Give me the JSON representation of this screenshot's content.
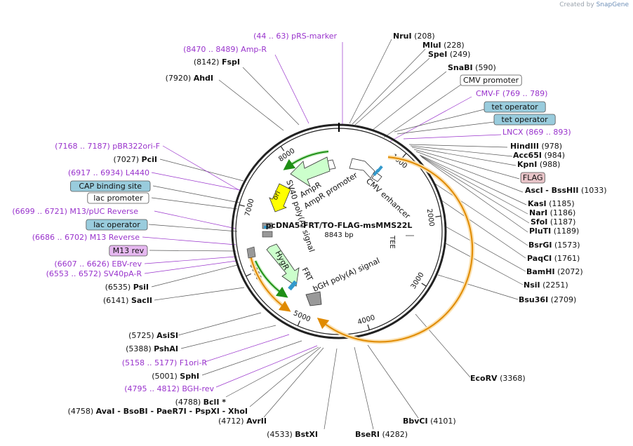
{
  "header": {
    "credit_prefix": "Created by",
    "credit_brand": "SnapGene"
  },
  "plasmid": {
    "name": "pcDNA5-FRT/TO-FLAG-msMMS22L",
    "size": "8843 bp"
  },
  "ruler_ticks": [
    "1000",
    "2000",
    "3000",
    "4000",
    "5000",
    "6000",
    "7000",
    "8000"
  ],
  "features": [
    {
      "label": "CMV enhancer",
      "color": "#ffffff"
    },
    {
      "label": "CMV promoter",
      "color": "#ffffff"
    },
    {
      "label": "TEE",
      "color": "#ffffff"
    },
    {
      "label": "bGH poly(A) signal",
      "color": "#999999"
    },
    {
      "label": "FRT",
      "color": "#ffffff"
    },
    {
      "label": "HygR",
      "color": "#ccffcc"
    },
    {
      "label": "SV40 poly(A) signal",
      "color": "#999999"
    },
    {
      "label": "ori",
      "color": "#ffff00"
    },
    {
      "label": "AmpR",
      "color": "#ccffcc"
    },
    {
      "label": "AmpR promoter",
      "color": "#ffffff"
    }
  ],
  "colors": {
    "ring": "#222222",
    "primer": "#9933cc",
    "orf": "#f5a623",
    "orf_light": "#fbe0ae",
    "green": "#2a9d1e",
    "operator_fill": "#99ccdd",
    "flag_fill": "#e8c4c8",
    "m13rev_fill": "#e6b8f0"
  },
  "labels": [
    {
      "text": "(44 .. 63)  pRS-marker",
      "kind": "primer"
    },
    {
      "text": "NruI",
      "kind": "enzyme",
      "pos": "(208)"
    },
    {
      "text": "MluI",
      "kind": "enzyme",
      "pos": "(228)"
    },
    {
      "text": "SpeI",
      "kind": "enzyme",
      "pos": "(249)"
    },
    {
      "text": "SnaBI",
      "kind": "enzyme",
      "pos": "(590)"
    },
    {
      "text": "CMV promoter",
      "kind": "box-white"
    },
    {
      "text": "CMV-F  (769 .. 789)",
      "kind": "primer"
    },
    {
      "text": "tet operator",
      "kind": "box-blue"
    },
    {
      "text": "tet operator",
      "kind": "box-blue"
    },
    {
      "text": "LNCX  (869 .. 893)",
      "kind": "primer"
    },
    {
      "text": "HindIII",
      "kind": "enzyme",
      "pos": "(978)"
    },
    {
      "text": "Acc65I",
      "kind": "enzyme",
      "pos": "(984)"
    },
    {
      "text": "KpnI",
      "kind": "enzyme",
      "pos": "(988)"
    },
    {
      "text": "FLAG",
      "kind": "box-pink"
    },
    {
      "text": "AscI",
      "kind": "enzyme",
      "extra": "- BssHII",
      "pos": "(1033)"
    },
    {
      "text": "KasI",
      "kind": "enzyme",
      "pos": "(1185)"
    },
    {
      "text": "NarI",
      "kind": "enzyme",
      "pos": "(1186)"
    },
    {
      "text": "SfoI",
      "kind": "enzyme",
      "pos": "(1187)"
    },
    {
      "text": "PluTI",
      "kind": "enzyme",
      "pos": "(1189)"
    },
    {
      "text": "BsrGI",
      "kind": "enzyme",
      "pos": "(1573)"
    },
    {
      "text": "PaqCI",
      "kind": "enzyme",
      "pos": "(1761)"
    },
    {
      "text": "BamHI",
      "kind": "enzyme",
      "pos": "(2072)"
    },
    {
      "text": "NsiI",
      "kind": "enzyme",
      "pos": "(2251)"
    },
    {
      "text": "Bsu36I",
      "kind": "enzyme",
      "pos": "(2709)"
    },
    {
      "text": "EcoRV",
      "kind": "enzyme",
      "pos": "(3368)"
    },
    {
      "text": "BbvCI",
      "kind": "enzyme",
      "pos": "(4101)"
    },
    {
      "text": "BseRI",
      "kind": "enzyme",
      "pos": "(4282)"
    },
    {
      "text": "BstXI",
      "kind": "enzyme",
      "pos": "(4533)",
      "pos_left": true
    },
    {
      "text": "AvrII",
      "kind": "enzyme",
      "pos": "(4712)",
      "pos_left": true
    },
    {
      "text": "AvaI  - BsoBI  - PaeR7I  - PspXI  - XhoI",
      "kind": "enzyme",
      "pos": "(4758)",
      "pos_left": true
    },
    {
      "text": "BclI *",
      "kind": "enzyme",
      "pos": "(4788)",
      "pos_left": true
    },
    {
      "text": "(4795 .. 4812)  BGH-rev",
      "kind": "primer"
    },
    {
      "text": "SphI",
      "kind": "enzyme",
      "pos": "(5001)",
      "pos_left": true
    },
    {
      "text": "(5158 .. 5177)  F1ori-R",
      "kind": "primer"
    },
    {
      "text": "PshAI",
      "kind": "enzyme",
      "pos": "(5388)",
      "pos_left": true
    },
    {
      "text": "AsiSI",
      "kind": "enzyme",
      "pos": "(5725)",
      "pos_left": true
    },
    {
      "text": "SacII",
      "kind": "enzyme",
      "pos": "(6141)",
      "pos_left": true
    },
    {
      "text": "PsiI",
      "kind": "enzyme",
      "pos": "(6535)",
      "pos_left": true
    },
    {
      "text": "(6553 .. 6572)  SV40pA-R",
      "kind": "primer"
    },
    {
      "text": "(6607 .. 6626)  EBV-rev",
      "kind": "primer"
    },
    {
      "text": "M13 rev",
      "kind": "box-purple"
    },
    {
      "text": "(6686 .. 6702)  M13 Reverse",
      "kind": "primer"
    },
    {
      "text": "lac operator",
      "kind": "box-blue"
    },
    {
      "text": "(6699 .. 6721)  M13/pUC Reverse",
      "kind": "primer"
    },
    {
      "text": "lac promoter",
      "kind": "box-white"
    },
    {
      "text": "CAP binding site",
      "kind": "box-blue"
    },
    {
      "text": "(6917 .. 6934)  L4440",
      "kind": "primer"
    },
    {
      "text": "PciI",
      "kind": "enzyme",
      "pos": "(7027)",
      "pos_left": true
    },
    {
      "text": "(7168 .. 7187)  pBR322ori-F",
      "kind": "primer"
    },
    {
      "text": "AhdI",
      "kind": "enzyme",
      "pos": "(7920)",
      "pos_left": true
    },
    {
      "text": "FspI",
      "kind": "enzyme",
      "pos": "(8142)",
      "pos_left": true
    },
    {
      "text": "(8470 .. 8489)  Amp-R",
      "kind": "primer"
    }
  ]
}
